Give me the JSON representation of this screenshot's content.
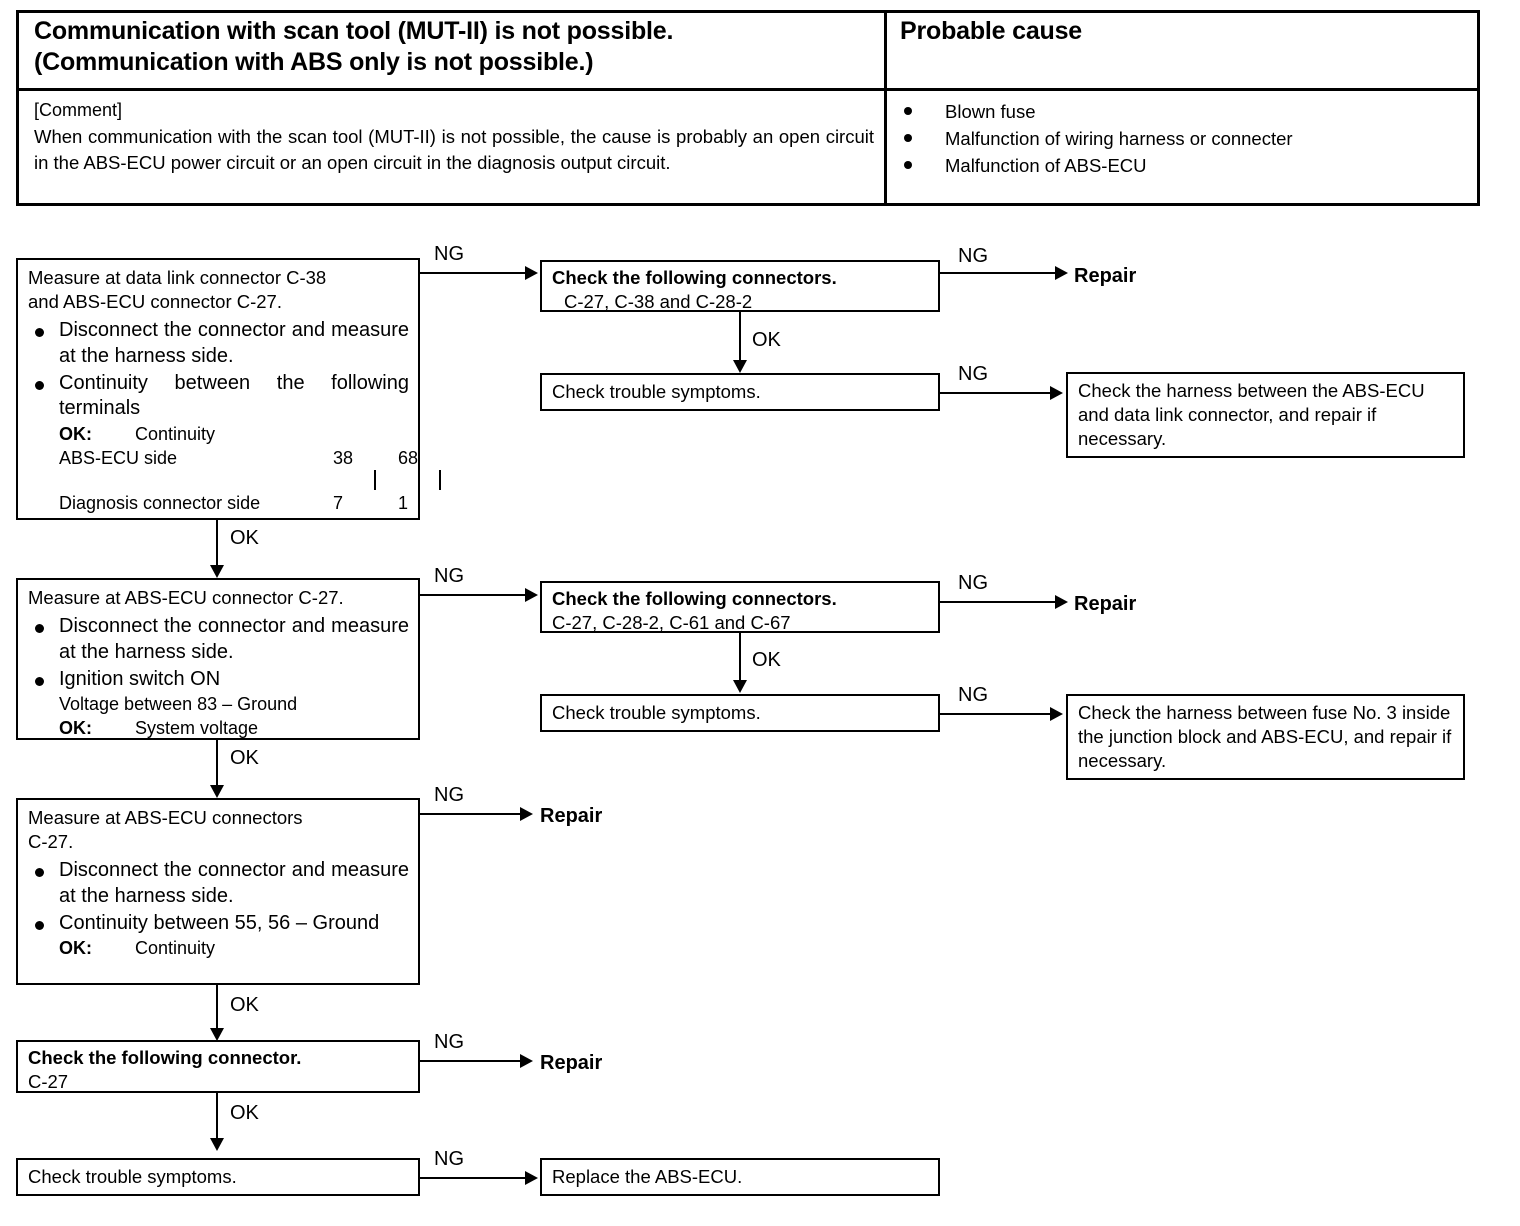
{
  "header": {
    "symptom_title_line1": "Communication with scan tool (MUT-II) is not possible.",
    "symptom_title_line2": "(Communication with ABS only is not possible.)",
    "cause_title": "Probable cause",
    "comment_label": "[Comment]",
    "comment_text": "When communication with the scan tool (MUT-II) is not possible, the cause is probably an open circuit in the ABS-ECU power circuit or an open circuit in the diagnosis output circuit.",
    "causes": [
      "Blown fuse",
      "Malfunction of wiring harness or connecter",
      "Malfunction of ABS-ECU"
    ]
  },
  "flow": {
    "labels": {
      "ng": "NG",
      "ok": "OK"
    },
    "step1": {
      "title_line1": "Measure at data link connector C-38",
      "title_line2": "and ABS-ECU connector C-27.",
      "bullet1": "Disconnect the connector and measure at the harness side.",
      "bullet2": "Continuity between the following terminals",
      "ok_label": "OK:",
      "ok_value": "Continuity",
      "row1_label": "ABS-ECU side",
      "row1_n1": "38",
      "row1_n2": "68",
      "row2_label": "Diagnosis connector side",
      "row2_n1": "7",
      "row2_n2": "1"
    },
    "step1_connectors": {
      "title": "Check the following connectors.",
      "list": "C-27, C-38 and C-28-2"
    },
    "step1_symptoms": "Check trouble symptoms.",
    "step1_repair": "Repair",
    "step1_harness": "Check the harness between the ABS-ECU and data link connector, and repair if necessary.",
    "step2": {
      "title_line1": "Measure at ABS-ECU connector C-27.",
      "bullet1": "Disconnect the connector and measure at the harness side.",
      "bullet2": "Ignition switch ON",
      "sub1": "Voltage between 83 – Ground",
      "ok_label": "OK:",
      "ok_value": "System voltage"
    },
    "step2_connectors": {
      "title": "Check the following connectors.",
      "list": "C-27, C-28-2, C-61 and C-67"
    },
    "step2_symptoms": "Check trouble symptoms.",
    "step2_repair": "Repair",
    "step2_harness": "Check the harness between fuse No. 3 inside the junction block and ABS-ECU, and repair if necessary.",
    "step3": {
      "title_line1": "Measure at ABS-ECU connectors",
      "title_line2": "C-27.",
      "bullet1": "Disconnect the connector and measure at the harness side.",
      "bullet2": "Continuity between 55, 56 – Ground",
      "ok_label": "OK:",
      "ok_value": "Continuity"
    },
    "step3_repair": "Repair",
    "step4": {
      "title": "Check the following connector.",
      "list": "C-27"
    },
    "step4_repair": "Repair",
    "step5_symptoms": "Check trouble symptoms.",
    "step5_replace": "Replace the ABS-ECU."
  }
}
